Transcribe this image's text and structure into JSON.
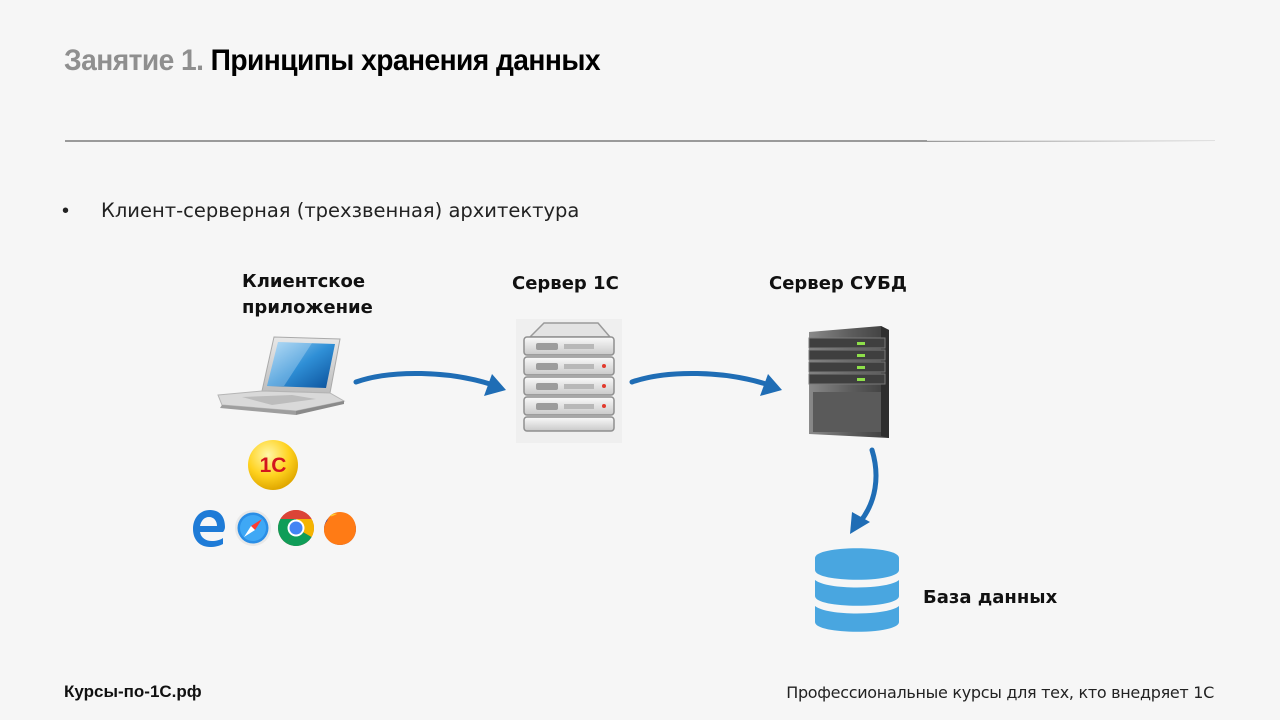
{
  "header": {
    "lesson_number": "Занятие 1.",
    "lesson_title": "Принципы хранения данных"
  },
  "content": {
    "bullet_marker": "•",
    "bullet_text": "Клиент-серверная (трехзвенная) архитектура"
  },
  "diagram": {
    "client_label": "Клиентское приложение",
    "server_1c_label": "Сервер 1С",
    "dbms_server_label": "Сервер СУБД",
    "database_label": "База данных",
    "onec_logo_text": "1С",
    "browsers": [
      "edge-icon",
      "safari-icon",
      "chrome-icon",
      "firefox-icon"
    ],
    "arrow_color": "#1f6db5"
  },
  "footer": {
    "site": "Курсы-по-1С.рф",
    "tagline": "Профессиональные курсы для тех, кто внедряет 1С"
  }
}
